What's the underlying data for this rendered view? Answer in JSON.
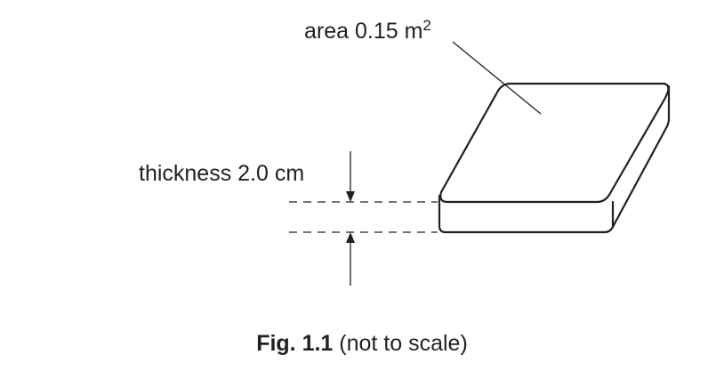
{
  "labels": {
    "area_text": "area 0.15 m",
    "area_superscript": "2",
    "thickness_text": "thickness 2.0 cm"
  },
  "caption": {
    "figure_number": "Fig. 1.1",
    "note": "(not to scale)"
  }
}
